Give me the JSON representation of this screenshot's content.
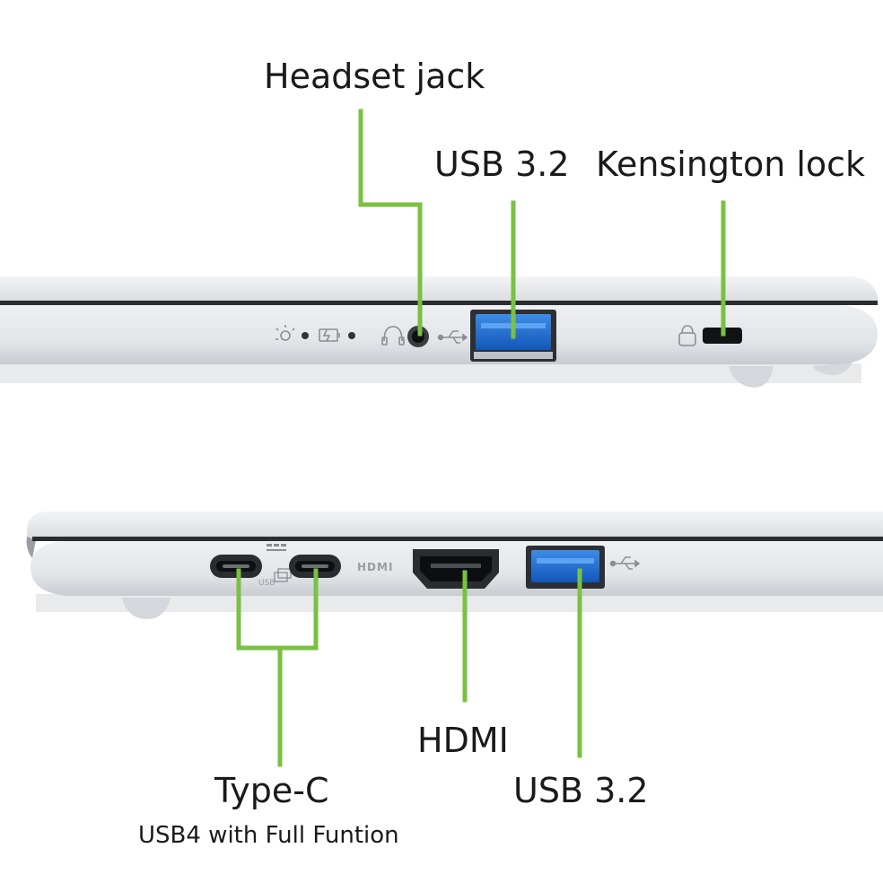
{
  "labels": {
    "headset_jack": "Headset jack",
    "usb_top": "USB 3.2",
    "kensington": "Kensington lock",
    "hdmi": "HDMI",
    "usb_bottom": "USB 3.2",
    "type_c": "Type-C",
    "type_c_sub": "USB4 with Full Funtion"
  },
  "port_markings": {
    "hdmi_logo": "HDMI",
    "usb_c_logo": "USB"
  },
  "colors": {
    "callout_line": "#7ac143",
    "chassis": "#e4e6e9",
    "chassis_shadow": "#c9cdd2",
    "port_blue": "#1f6fd1",
    "text": "#1a1a1a"
  }
}
